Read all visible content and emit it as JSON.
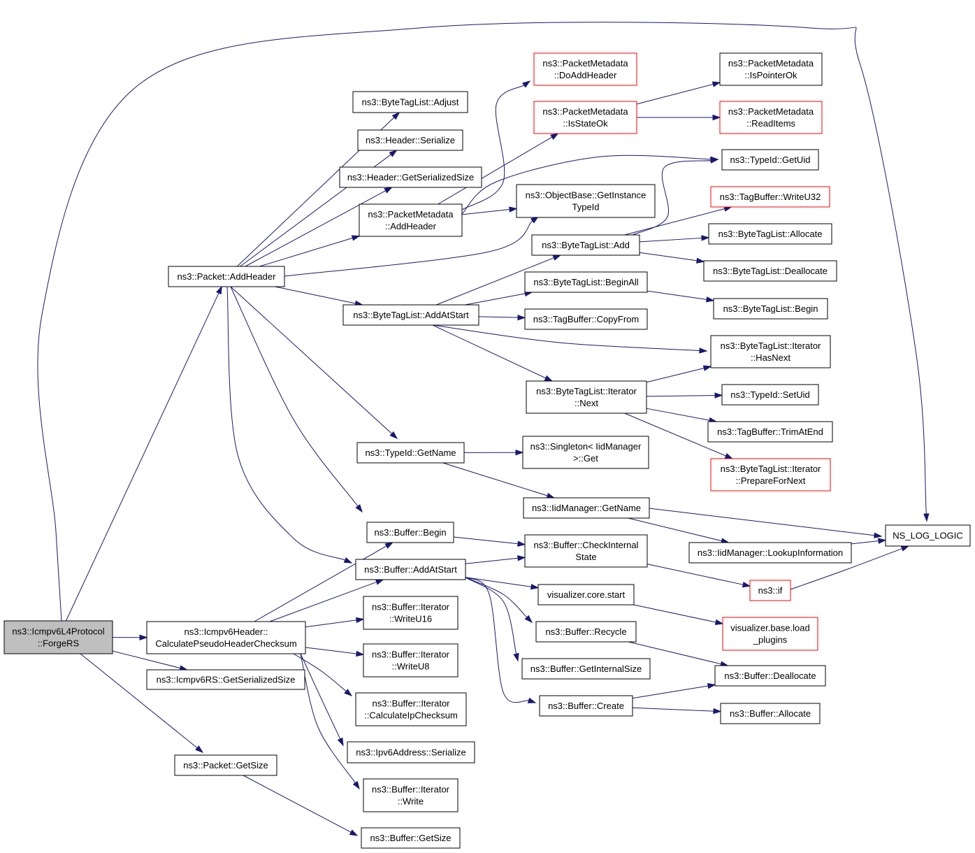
{
  "nodes": [
    {
      "id": "forgers",
      "lines": [
        "ns3::Icmpv6L4Protocol",
        "::ForgeRS"
      ],
      "style": "root"
    },
    {
      "id": "pkt_addheader",
      "lines": [
        "ns3::Packet::AddHeader"
      ]
    },
    {
      "id": "calcpseudo",
      "lines": [
        "ns3::Icmpv6Header::",
        "CalculatePseudoHeaderChecksum"
      ]
    },
    {
      "id": "rs_getsersize",
      "lines": [
        "ns3::Icmpv6RS::GetSerializedSize"
      ]
    },
    {
      "id": "pkt_getsize",
      "lines": [
        "ns3::Packet::GetSize"
      ]
    },
    {
      "id": "btl_adjust",
      "lines": [
        "ns3::ByteTagList::Adjust"
      ]
    },
    {
      "id": "hdr_serialize",
      "lines": [
        "ns3::Header::Serialize"
      ]
    },
    {
      "id": "hdr_getsersize",
      "lines": [
        "ns3::Header::GetSerializedSize"
      ]
    },
    {
      "id": "pm_addheader",
      "lines": [
        "ns3::PacketMetadata",
        "::AddHeader"
      ]
    },
    {
      "id": "btl_addatstart",
      "lines": [
        "ns3::ByteTagList::AddAtStart"
      ]
    },
    {
      "id": "typeid_getname",
      "lines": [
        "ns3::TypeId::GetName"
      ]
    },
    {
      "id": "buf_begin",
      "lines": [
        "ns3::Buffer::Begin"
      ]
    },
    {
      "id": "buf_addatstart",
      "lines": [
        "ns3::Buffer::AddAtStart"
      ]
    },
    {
      "id": "bi_writeu16",
      "lines": [
        "ns3::Buffer::Iterator",
        "::WriteU16"
      ]
    },
    {
      "id": "bi_writeu8",
      "lines": [
        "ns3::Buffer::Iterator",
        "::WriteU8"
      ]
    },
    {
      "id": "bi_calcip",
      "lines": [
        "ns3::Buffer::Iterator",
        "::CalculateIpChecksum"
      ]
    },
    {
      "id": "ipv6_serialize",
      "lines": [
        "ns3::Ipv6Address::Serialize"
      ]
    },
    {
      "id": "bi_write",
      "lines": [
        "ns3::Buffer::Iterator",
        "::Write"
      ]
    },
    {
      "id": "buf_getsize",
      "lines": [
        "ns3::Buffer::GetSize"
      ]
    },
    {
      "id": "pm_doaddheader",
      "lines": [
        "ns3::PacketMetadata",
        "::DoAddHeader"
      ],
      "style": "trunc"
    },
    {
      "id": "pm_isstateok",
      "lines": [
        "ns3::PacketMetadata",
        "::IsStateOk"
      ],
      "style": "trunc"
    },
    {
      "id": "ob_getinst",
      "lines": [
        "ns3::ObjectBase::GetInstance",
        "TypeId"
      ]
    },
    {
      "id": "btl_add",
      "lines": [
        "ns3::ByteTagList::Add"
      ]
    },
    {
      "id": "btl_beginall",
      "lines": [
        "ns3::ByteTagList::BeginAll"
      ]
    },
    {
      "id": "tb_copyfrom",
      "lines": [
        "ns3::TagBuffer::CopyFrom"
      ]
    },
    {
      "id": "btli_next",
      "lines": [
        "ns3::ByteTagList::Iterator",
        "::Next"
      ]
    },
    {
      "id": "singleton_get",
      "lines": [
        "ns3::Singleton< IidManager",
        ">::Get"
      ]
    },
    {
      "id": "iid_getname",
      "lines": [
        "ns3::IidManager::GetName"
      ]
    },
    {
      "id": "buf_checkinternal",
      "lines": [
        "ns3::Buffer::CheckInternal",
        "State"
      ]
    },
    {
      "id": "viz_core_start",
      "lines": [
        "visualizer.core.start"
      ]
    },
    {
      "id": "buf_recycle",
      "lines": [
        "ns3::Buffer::Recycle"
      ]
    },
    {
      "id": "buf_getinternalsize",
      "lines": [
        "ns3::Buffer::GetInternalSize"
      ]
    },
    {
      "id": "buf_create",
      "lines": [
        "ns3::Buffer::Create"
      ]
    },
    {
      "id": "pm_ispointerok",
      "lines": [
        "ns3::PacketMetadata",
        "::IsPointerOk"
      ]
    },
    {
      "id": "pm_readitems",
      "lines": [
        "ns3::PacketMetadata",
        "::ReadItems"
      ],
      "style": "trunc"
    },
    {
      "id": "typeid_getuid",
      "lines": [
        "ns3::TypeId::GetUid"
      ]
    },
    {
      "id": "tb_writeu32",
      "lines": [
        "ns3::TagBuffer::WriteU32"
      ],
      "style": "trunc"
    },
    {
      "id": "btl_allocate",
      "lines": [
        "ns3::ByteTagList::Allocate"
      ]
    },
    {
      "id": "btl_deallocate",
      "lines": [
        "ns3::ByteTagList::Deallocate"
      ]
    },
    {
      "id": "btl_begin",
      "lines": [
        "ns3::ByteTagList::Begin"
      ]
    },
    {
      "id": "btli_hasnext",
      "lines": [
        "ns3::ByteTagList::Iterator",
        "::HasNext"
      ]
    },
    {
      "id": "typeid_setuid",
      "lines": [
        "ns3::TypeId::SetUid"
      ]
    },
    {
      "id": "tb_trimatend",
      "lines": [
        "ns3::TagBuffer::TrimAtEnd"
      ]
    },
    {
      "id": "btli_prepare",
      "lines": [
        "ns3::ByteTagList::Iterator",
        "::PrepareForNext"
      ],
      "style": "trunc"
    },
    {
      "id": "iid_lookup",
      "lines": [
        "ns3::IidManager::LookupInformation"
      ]
    },
    {
      "id": "ns3_if",
      "lines": [
        "ns3::if"
      ],
      "style": "trunc"
    },
    {
      "id": "viz_base_load",
      "lines": [
        "visualizer.base.load",
        "_plugins"
      ],
      "style": "trunc"
    },
    {
      "id": "buf_deallocate",
      "lines": [
        "ns3::Buffer::Deallocate"
      ]
    },
    {
      "id": "buf_allocate",
      "lines": [
        "ns3::Buffer::Allocate"
      ]
    },
    {
      "id": "ns_log_logic",
      "lines": [
        "NS_LOG_LOGIC"
      ]
    }
  ],
  "edges": [
    [
      "forgers",
      "pkt_addheader"
    ],
    [
      "forgers",
      "calcpseudo"
    ],
    [
      "forgers",
      "rs_getsersize"
    ],
    [
      "forgers",
      "pkt_getsize"
    ],
    [
      "forgers",
      "ns_log_logic"
    ],
    [
      "pkt_addheader",
      "btl_adjust"
    ],
    [
      "pkt_addheader",
      "hdr_serialize"
    ],
    [
      "pkt_addheader",
      "hdr_getsersize"
    ],
    [
      "pkt_addheader",
      "pm_addheader"
    ],
    [
      "pkt_addheader",
      "ob_getinst"
    ],
    [
      "pkt_addheader",
      "btl_addatstart"
    ],
    [
      "pkt_addheader",
      "typeid_getname"
    ],
    [
      "pkt_addheader",
      "buf_begin"
    ],
    [
      "pkt_addheader",
      "buf_addatstart"
    ],
    [
      "pm_addheader",
      "pm_doaddheader"
    ],
    [
      "pm_addheader",
      "pm_isstateok"
    ],
    [
      "pm_addheader",
      "typeid_getuid"
    ],
    [
      "pm_addheader",
      "ob_getinst"
    ],
    [
      "pm_isstateok",
      "pm_ispointerok"
    ],
    [
      "pm_isstateok",
      "pm_readitems"
    ],
    [
      "btl_addatstart",
      "btl_add"
    ],
    [
      "btl_addatstart",
      "btl_beginall"
    ],
    [
      "btl_addatstart",
      "tb_copyfrom"
    ],
    [
      "btl_addatstart",
      "btli_hasnext"
    ],
    [
      "btl_addatstart",
      "btli_next"
    ],
    [
      "btl_add",
      "typeid_getuid"
    ],
    [
      "btl_add",
      "tb_writeu32"
    ],
    [
      "btl_add",
      "btl_allocate"
    ],
    [
      "btl_add",
      "btl_deallocate"
    ],
    [
      "btl_beginall",
      "btl_begin"
    ],
    [
      "btli_next",
      "btli_hasnext"
    ],
    [
      "btli_next",
      "typeid_setuid"
    ],
    [
      "btli_next",
      "tb_trimatend"
    ],
    [
      "btli_next",
      "btli_prepare"
    ],
    [
      "typeid_getname",
      "singleton_get"
    ],
    [
      "typeid_getname",
      "iid_getname"
    ],
    [
      "iid_getname",
      "ns_log_logic"
    ],
    [
      "iid_getname",
      "iid_lookup"
    ],
    [
      "iid_lookup",
      "ns_log_logic"
    ],
    [
      "buf_begin",
      "buf_checkinternal"
    ],
    [
      "buf_addatstart",
      "buf_checkinternal"
    ],
    [
      "buf_addatstart",
      "viz_core_start"
    ],
    [
      "buf_addatstart",
      "buf_recycle"
    ],
    [
      "buf_addatstart",
      "buf_getinternalsize"
    ],
    [
      "buf_addatstart",
      "buf_create"
    ],
    [
      "buf_checkinternal",
      "ns3_if"
    ],
    [
      "ns3_if",
      "ns_log_logic"
    ],
    [
      "viz_core_start",
      "viz_base_load"
    ],
    [
      "buf_recycle",
      "buf_deallocate"
    ],
    [
      "buf_create",
      "buf_deallocate"
    ],
    [
      "buf_create",
      "buf_allocate"
    ],
    [
      "calcpseudo",
      "buf_begin"
    ],
    [
      "calcpseudo",
      "buf_addatstart"
    ],
    [
      "calcpseudo",
      "bi_writeu16"
    ],
    [
      "calcpseudo",
      "bi_writeu8"
    ],
    [
      "calcpseudo",
      "bi_calcip"
    ],
    [
      "calcpseudo",
      "ipv6_serialize"
    ],
    [
      "calcpseudo",
      "bi_write"
    ],
    [
      "pkt_getsize",
      "buf_getsize"
    ]
  ]
}
